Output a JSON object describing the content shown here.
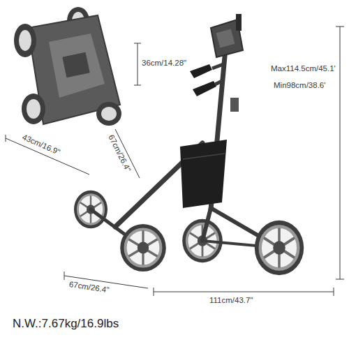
{
  "diagram": {
    "labels": [
      "36cm/14.28\"",
      "67cm/26.4\"",
      "43cm/16.9\"",
      "Max114.5cm/45.1'",
      "Min98cm/38.6'",
      "67cm/26.4\"",
      "111cm/43.7\"",
      "N.W.:7.67kg/16.9lbs"
    ]
  }
}
